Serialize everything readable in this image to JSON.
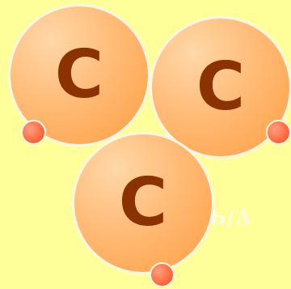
{
  "background_color": "#ffff99",
  "atom_color": "#ffbb77",
  "atom_symbol_color": "#8b3300",
  "electron_color": "#ff6a40",
  "faint_text": {
    "left": "",
    "right": "Ь/Δ"
  },
  "atoms": [
    {
      "symbol": "C"
    },
    {
      "symbol": "C"
    },
    {
      "symbol": "C"
    }
  ]
}
